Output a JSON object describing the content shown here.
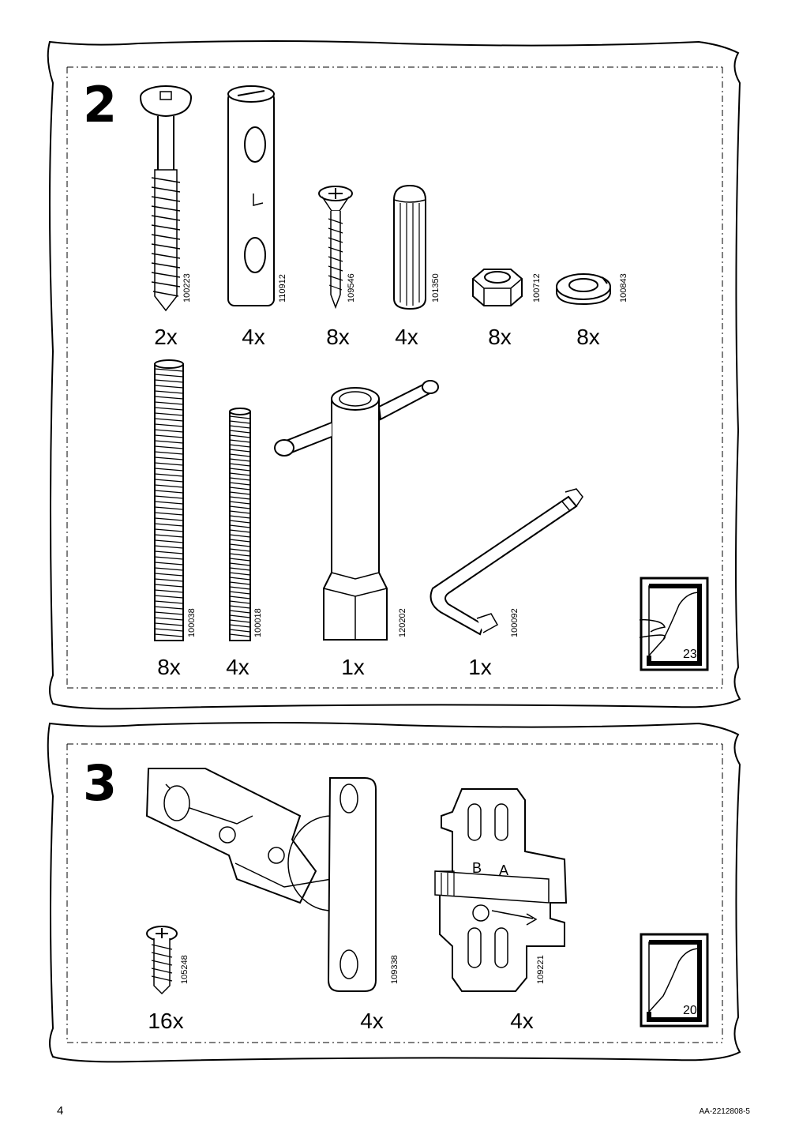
{
  "page": {
    "number": "4",
    "doc_code": "AA-2212808-5"
  },
  "step2": {
    "number": "2",
    "parts": [
      {
        "name": "long-screw",
        "article": "100223",
        "qty": "2x"
      },
      {
        "name": "barrel-nut",
        "article": "110912",
        "qty": "4x"
      },
      {
        "name": "wood-screw",
        "article": "109546",
        "qty": "8x"
      },
      {
        "name": "wooden-dowel",
        "article": "101350",
        "qty": "4x"
      },
      {
        "name": "hex-nut",
        "article": "100712",
        "qty": "8x"
      },
      {
        "name": "spring-washer",
        "article": "100843",
        "qty": "8x"
      },
      {
        "name": "long-threaded-rod",
        "article": "100038",
        "qty": "8x"
      },
      {
        "name": "short-threaded-rod",
        "article": "100018",
        "qty": "4x"
      },
      {
        "name": "socket-wrench",
        "article": "120202",
        "qty": "1x"
      },
      {
        "name": "allen-key",
        "article": "100092",
        "qty": "1x"
      }
    ],
    "page_reference": "23"
  },
  "step3": {
    "number": "3",
    "parts": [
      {
        "name": "hinge-screw",
        "article": "105248",
        "qty": "16x"
      },
      {
        "name": "hinge",
        "article": "109338",
        "qty": "4x"
      },
      {
        "name": "mounting-plate",
        "article": "109221",
        "qty": "4x"
      }
    ],
    "mounting_plate_labels": [
      "B",
      "A"
    ],
    "page_reference": "20"
  }
}
